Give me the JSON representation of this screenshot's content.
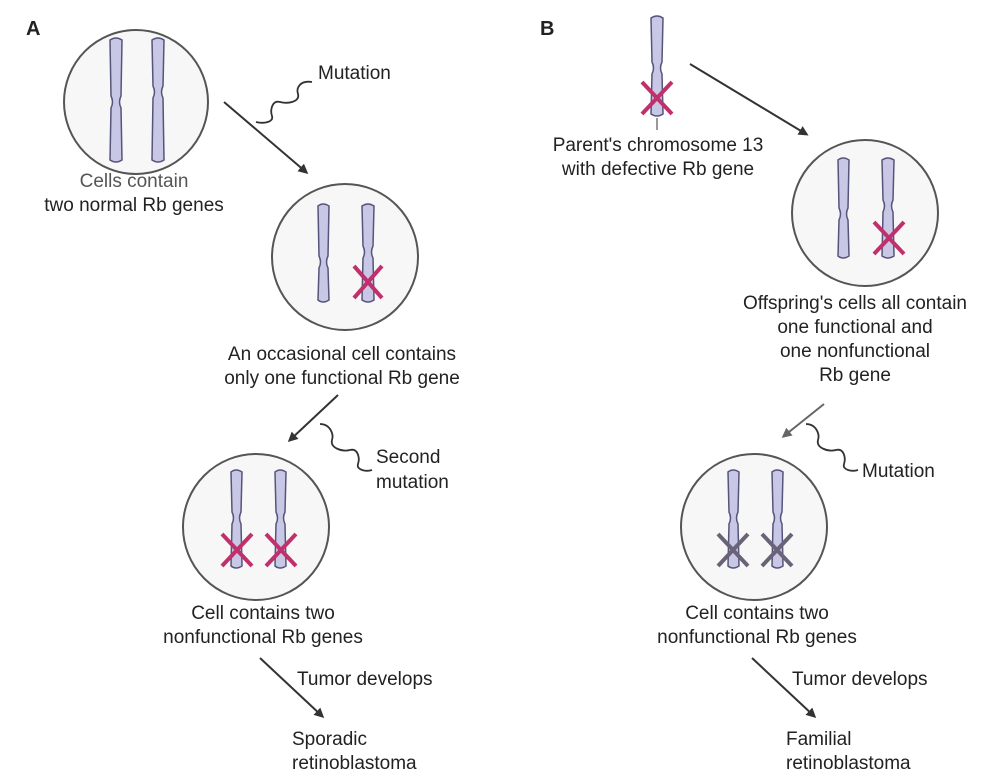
{
  "panels": [
    {
      "letter": "A"
    },
    {
      "letter": "B"
    }
  ],
  "panel_a": {
    "start_label": [
      "Cells contain",
      "two normal Rb genes"
    ],
    "mutation_label": "Mutation",
    "one_functional_label": [
      "An occasional cell contains",
      "only one functional Rb gene"
    ],
    "second_mutation_label": [
      "Second",
      "mutation"
    ],
    "two_nonfunctional_label": [
      "Cell contains two",
      "nonfunctional Rb genes"
    ],
    "tumor_label": "Tumor develops",
    "outcome_label": [
      "Sporadic",
      "retinoblastoma"
    ]
  },
  "panel_b": {
    "parent_label": [
      "Parent's chromosome 13",
      "with defective Rb gene"
    ],
    "offspring_label": [
      "Offspring's cells all contain",
      "one functional and",
      "one nonfunctional",
      "Rb gene"
    ],
    "mutation_label": "Mutation",
    "two_nonfunctional_label": [
      "Cell contains two",
      "nonfunctional Rb genes"
    ],
    "tumor_label": "Tumor develops",
    "outcome_label": [
      "Familial",
      "retinoblastoma"
    ]
  },
  "colors": {
    "chromosome_fill": "#c9c7e6",
    "chromosome_stroke": "#55547a",
    "cross_mark": "#c0306a",
    "cross_mark_grey": "#6a6378",
    "cell_stroke": "#555555",
    "cell_fill": "#f7f7f7",
    "arrow": "#333333"
  }
}
